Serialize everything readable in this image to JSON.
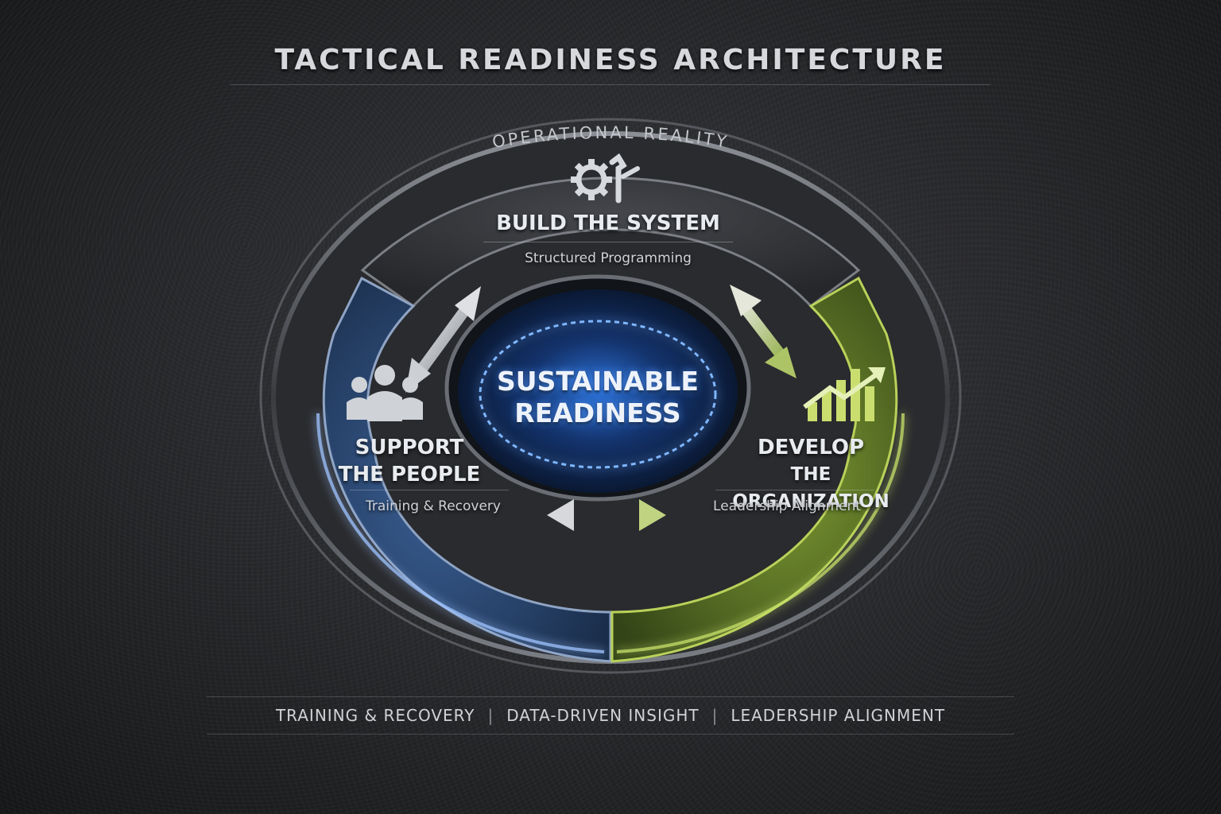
{
  "title": "TACTICAL READINESS ARCHITECTURE",
  "ring_label": "OPERATIONAL REALITY",
  "center": {
    "line1": "SUSTAINABLE",
    "line2": "READINESS"
  },
  "sections": {
    "build": {
      "title": "BUILD THE SYSTEM",
      "subtitle": "Structured Programming",
      "icon": "gear-wrench-icon"
    },
    "support": {
      "title_line1": "SUPPORT",
      "title_line2": "THE PEOPLE",
      "subtitle": "Training & Recovery",
      "icon": "people-group-icon"
    },
    "develop": {
      "title_line1": "DEVELOP",
      "title_line2": "THE ORGANIZATION",
      "subtitle": "Leadership Alignment",
      "icon": "growth-chart-icon"
    }
  },
  "footer": {
    "items": [
      "TRAINING & RECOVERY",
      "DATA-DRIVEN INSIGHT",
      "LEADERSHIP ALIGNMENT"
    ],
    "separator": "|"
  },
  "colors": {
    "support": "#2b4a78",
    "develop": "#6f8a2a",
    "build": "#3a3b3f",
    "center_glow": "#3a8cff"
  }
}
